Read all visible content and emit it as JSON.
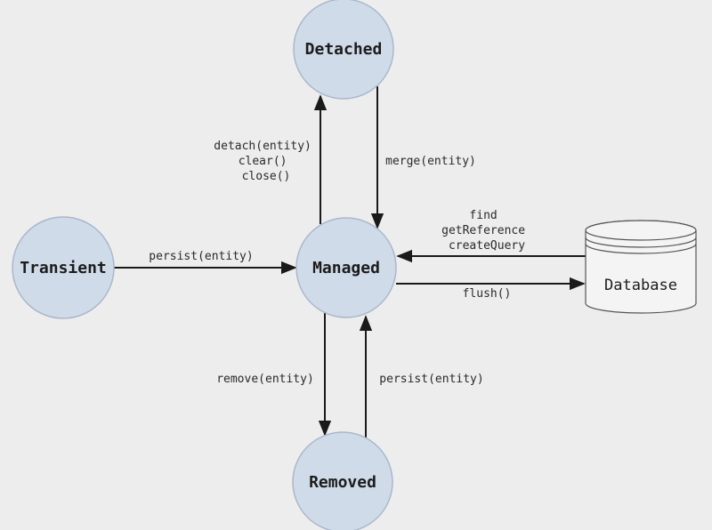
{
  "nodes": {
    "detached": "Detached",
    "transient": "Transient",
    "managed": "Managed",
    "removed": "Removed",
    "database": "Database"
  },
  "edges": {
    "detach": [
      "detach(entity)",
      "clear()",
      "close()"
    ],
    "merge": "merge(entity)",
    "persist_transient": "persist(entity)",
    "find": [
      "find",
      "getReference",
      "createQuery"
    ],
    "flush": "flush()",
    "remove": "remove(entity)",
    "persist_removed": "persist(entity)"
  },
  "colors": {
    "node_fill": "#d0dbe9",
    "background": "#ededed"
  }
}
